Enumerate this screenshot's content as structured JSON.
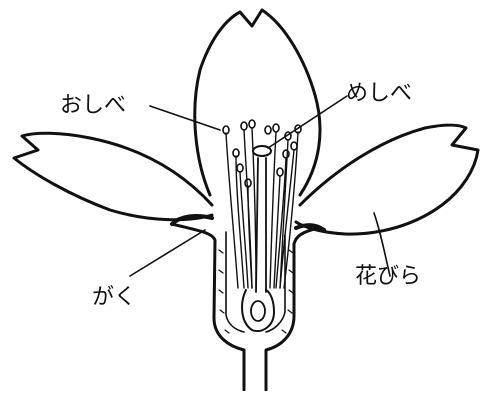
{
  "labels": {
    "stamen": "おしべ",
    "pistil": "めしべ",
    "sepal": "がく",
    "petal": "花びら"
  },
  "colors": {
    "ink": "#111111",
    "paper": "#ffffff"
  }
}
